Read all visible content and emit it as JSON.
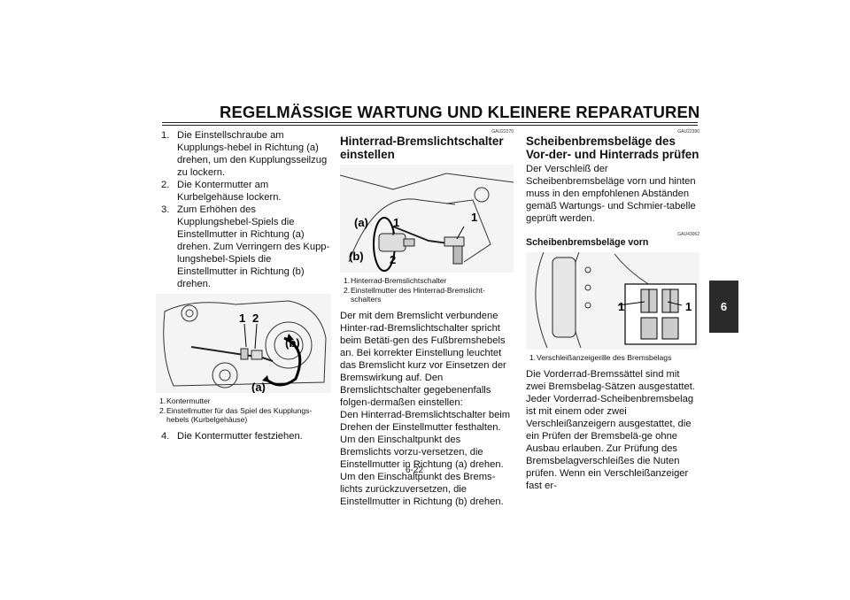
{
  "header": {
    "title": "REGELMÄSSIGE WARTUNG UND KLEINERE REPARATUREN"
  },
  "chapter_tab": "6",
  "page_number": "6-22",
  "col1": {
    "steps": [
      {
        "num": "1.",
        "text": "Die Einstellschraube am Kupplungs-hebel in Richtung (a) drehen, um den Kupplungsseilzug zu lockern."
      },
      {
        "num": "2.",
        "text": "Die Kontermutter am Kurbelgehäuse lockern."
      },
      {
        "num": "3.",
        "text": "Zum Erhöhen des Kupplungshebel-Spiels die Einstellmutter in Richtung (a) drehen. Zum Verringern des Kupp-lungshebel-Spiels die Einstellmutter in Richtung (b) drehen."
      }
    ],
    "figure_labels": {
      "n1": "1",
      "n2": "2",
      "a": "(a)",
      "b": "(b)"
    },
    "legend": [
      {
        "num": "1.",
        "text": "Kontermutter"
      },
      {
        "num": "2.",
        "text": "Einstellmutter für das Spiel des Kupplungs-hebels (Kurbelgehäuse)"
      }
    ],
    "step4": {
      "num": "4.",
      "text": "Die Kontermutter festziehen."
    }
  },
  "col2": {
    "code": "GAU22270",
    "heading": "Hinterrad-Bremslichtschalter einstellen",
    "figure_labels": {
      "a": "(a)",
      "b": "(b)",
      "n1": "1",
      "n1b": "1",
      "n2": "2"
    },
    "legend": [
      {
        "num": "1.",
        "text": "Hinterrad-Bremslichtschalter"
      },
      {
        "num": "2.",
        "text": "Einstellmutter des Hinterrad-Bremslicht-schalters"
      }
    ],
    "body": "Der mit dem Bremslicht verbundene Hinter-rad-Bremslichtschalter spricht beim Betäti-gen des Fußbremshebels an. Bei korrekter Einstellung leuchtet das Bremslicht kurz vor Einsetzen der Bremswirkung auf. Den Bremslichtschalter gegebenenfalls folgen-dermaßen einstellen:",
    "body2": "Den Hinterrad-Bremslichtschalter beim Drehen der Einstellmutter festhalten. Um den Einschaltpunkt des Bremslichts vorzu-versetzen, die Einstellmutter in Richtung (a) drehen. Um den Einschaltpunkt des Brems-lichts zurückzuversetzen, die Einstellmutter in Richtung (b) drehen."
  },
  "col3": {
    "code": "GAU22390",
    "heading": "Scheibenbremsbeläge des Vor-der- und Hinterrads prüfen",
    "intro": "Der Verschleiß der Scheibenbremsbeläge vorn und hinten muss in den empfohlenen Abständen gemäß Wartungs- und Schmier-tabelle geprüft werden.",
    "sub_code": "GAU43062",
    "subheading": "Scheibenbremsbeläge vorn",
    "figure_labels": {
      "left": "1",
      "right": "1"
    },
    "legend": [
      {
        "num": "1.",
        "text": "Verschleißanzeigerille des Bremsbelags"
      }
    ],
    "body": "Die Vorderrad-Bremssättel sind mit zwei Bremsbelag-Sätzen ausgestattet.",
    "body2": "Jeder Vorderrad-Scheibenbremsbelag ist mit einem oder zwei Verschleißanzeigern ausgestattet, die ein Prüfen der Bremsbelä-ge ohne Ausbau erlauben. Zur Prüfung des Bremsbelagverschleißes die Nuten prüfen. Wenn ein Verschleißanzeiger fast er-"
  }
}
